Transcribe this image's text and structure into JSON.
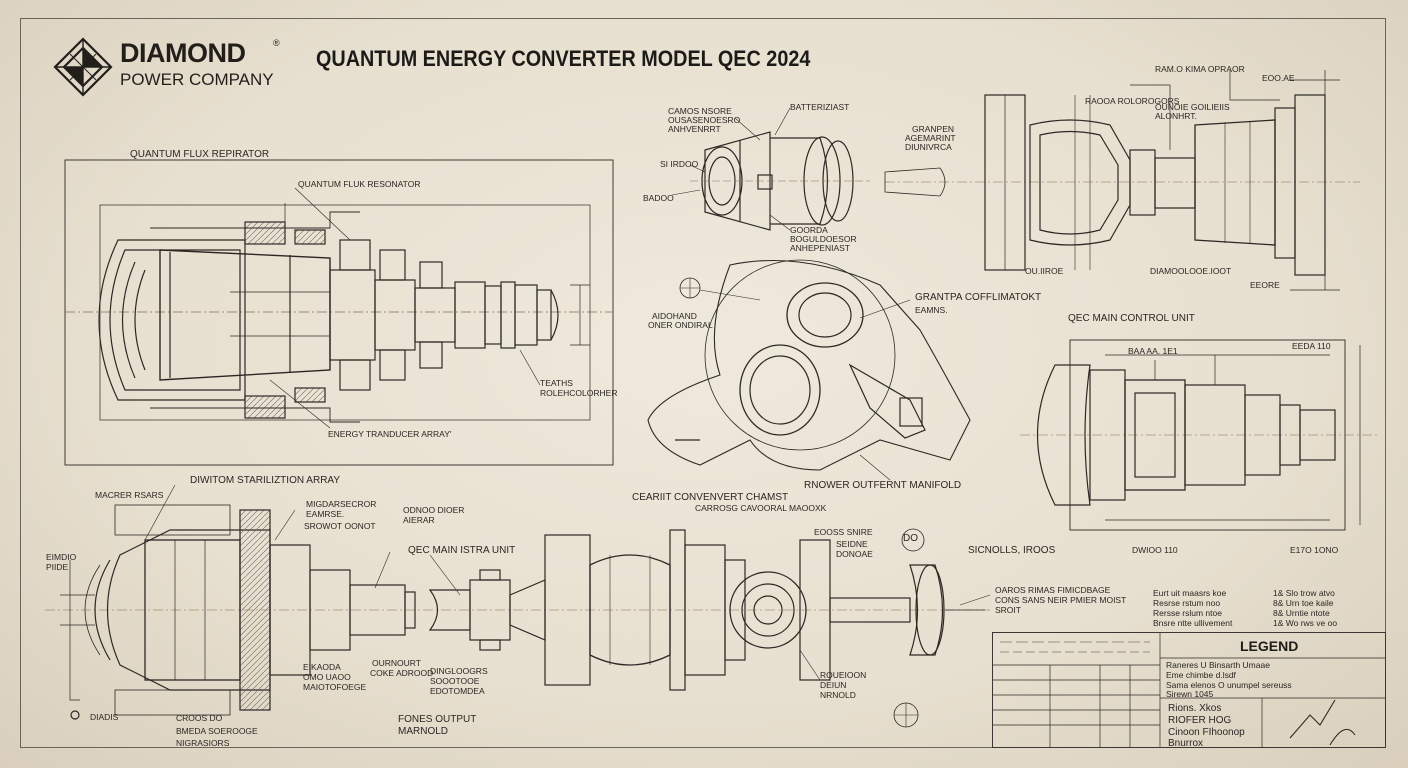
{
  "brand": {
    "name": "DIAMOND",
    "subtitle": "POWER COMPANY",
    "registered": "®"
  },
  "title": "QUANTUM ENERGY CONVERTER MODEL QEC 2024",
  "labels": {
    "flux_header": "QUANTUM FLUX REPIRATOR",
    "flux_resonator": "QUANTUM FLUK RESONATOR",
    "energy_transducer": "ENERGY TRANDUCER ARRAY'",
    "flux_side_1": "TEATHS",
    "flux_side_2": "ROLEHCOLORHER",
    "stabilization_array": "DIWITOM STARILIZTION ARRAY",
    "main_istra_unit": "QEC MAIN ISTRA UNIT",
    "coupler": "GRANTPA COFFLIMATOKT",
    "coupler_sub": "EAMNS.",
    "outfert_manifold": "RNOWER OUTFERNT MANIFOLD",
    "main_control_unit": "QEC MAIN CONTROL UNIT",
    "converter_chamber": "CEARIIT CONVENVERT CHAMST",
    "power_output": "FONES OUTPUT",
    "power_output_2": "MARNOLD",
    "silica_rods": "SICNOLLS, IROOS",
    "do_mark": "DO",
    "top_mid_1": "BATTERIZIAST",
    "top_mid_2": "CAMOS NSORE",
    "top_mid_3": "OUSASENOESRO",
    "top_mid_4": "ANHVENRRT",
    "top_mid_5": "GOORDA",
    "top_mid_6": "BOGULDOESOR",
    "top_mid_7": "ANHEPENIAST",
    "top_mid_8": "BADOO",
    "top_mid_9": "SI IRDOO",
    "top_right_1": "RAM.O KIMA OPRAOR",
    "top_right_2": "EOO.AE",
    "top_right_3": "RAOOA ROLOROGORS",
    "top_right_4": "OUNOIE GOILIEIIS",
    "top_right_5": "ALONHRT.",
    "top_right_6": "GRANPEN",
    "top_right_7": "AGEMARINT",
    "top_right_8": "DIUNIVRCA",
    "top_right_9": "DIAMOOLOOE.IOOT",
    "top_right_10": "EEORE",
    "top_right_11": "OU.IIROE",
    "mid_left_1": "AIDOHAND",
    "mid_left_2": "ONER ONDIRAL",
    "ctrl_dim_1": "BAA AA. 1E1",
    "ctrl_dim_2": "EEDA 110",
    "ctrl_dim_3": "DWIOO 110",
    "ctrl_dim_4": "E17O 1ONO",
    "bl_1": "MACRER RSARS",
    "bl_2": "EIMDIO",
    "bl_3": "PIIDE",
    "bl_4": "DIADIS",
    "bl_5": "CROOS DO",
    "bl_6": "BMEDA SOEROOGE",
    "bl_7": "NIGRASIORS",
    "bl_8": "EIKAODA",
    "bl_9": "OMO UAOO",
    "bl_10": "MAIOTOFOEGE",
    "bl_11": "OURNOURT",
    "bl_12": "COKE ADROOD",
    "bl_13": "DINGLOOGRS",
    "bl_14": "SOOOTOOE",
    "bl_15": "EDOTOMDEA",
    "bl_16": "MIGDARSECROR",
    "bl_17": "EAMRSE.",
    "bl_18": "SROWOT OONOT",
    "bl_19": "ODNOO DIOER",
    "bl_20": "AIERAR",
    "bm_1": "EOOSS SNIRE",
    "bm_2": "SEIDNE",
    "bm_3": "DONOAE",
    "bm_4": "ROUEIOON",
    "bm_5": "DEIUN",
    "bm_6": "NRNOLD",
    "bm_7": "CARROSG CAVOORAL MAOOXK",
    "br_1": "OAROS RIMAS FIMICDBAGE",
    "br_2": "CONS SANS NEIR PMIER MOIST",
    "br_3": "SROIT"
  },
  "legend": {
    "title": "LEGEND",
    "specs": [
      "Eurt uit maasrs koe",
      "Resrse rstum noo",
      "Rersse rslum ntoe",
      "Bnsre ntte ullivement"
    ],
    "specs_right": [
      "1& Slo trow atvo",
      "8& Urn toe kaile",
      "8& Urntie ntote",
      "1& Wo rws ve oo"
    ],
    "block_lines": [
      "Raneres U Binsarth Umaae",
      "Eme chimbe d.lsdf",
      "Sama elenos O unumpel sereuss",
      "Sirewn 1045"
    ],
    "sign_lines": [
      "Rions. Xkos",
      "RIOFER HOG",
      "Cinoon FIhoonop",
      "Bnurrox"
    ]
  }
}
